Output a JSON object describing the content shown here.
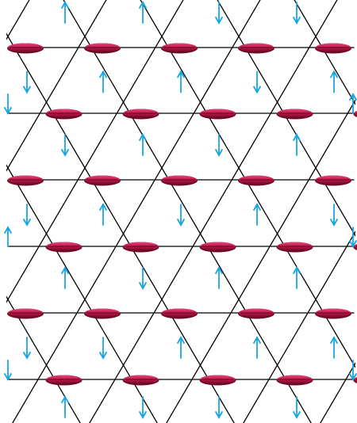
{
  "diagram": {
    "kind": "kagome-spin-lattice",
    "colors": {
      "background": "#ffffff",
      "lattice_line": "#000000",
      "ellipse_fill": "#c7194d",
      "ellipse_highlight": "#e0497a",
      "ellipse_shadow": "#6b0a25",
      "arrow": "#16a6e4"
    },
    "icons": [
      "disk-spin-icon",
      "spin-arrow-up-icon",
      "spin-arrow-down-icon"
    ],
    "rows": [
      {
        "disks": 5,
        "arrows_above": [
          "up",
          "up",
          "down",
          "down"
        ],
        "arrows_between": [
          "down",
          "up",
          "up",
          "down",
          "up"
        ],
        "edge_arrows": [
          "down",
          "up"
        ]
      },
      {
        "disks": 5,
        "arrows_above": [
          "down",
          "up",
          "down",
          "up"
        ],
        "arrows_between": [
          "down",
          "up",
          "down",
          "up",
          "down"
        ],
        "edge_arrows": [
          "up",
          "down"
        ]
      },
      {
        "disks": 5,
        "arrows_above": [
          "up",
          "down",
          "up",
          "up"
        ],
        "arrows_between": [
          "down",
          "down",
          "up",
          "up",
          "up"
        ],
        "edge_arrows": [
          "down",
          "down"
        ]
      }
    ],
    "bottom_arrows": [
      "up",
      "down",
      "down",
      "down"
    ]
  }
}
